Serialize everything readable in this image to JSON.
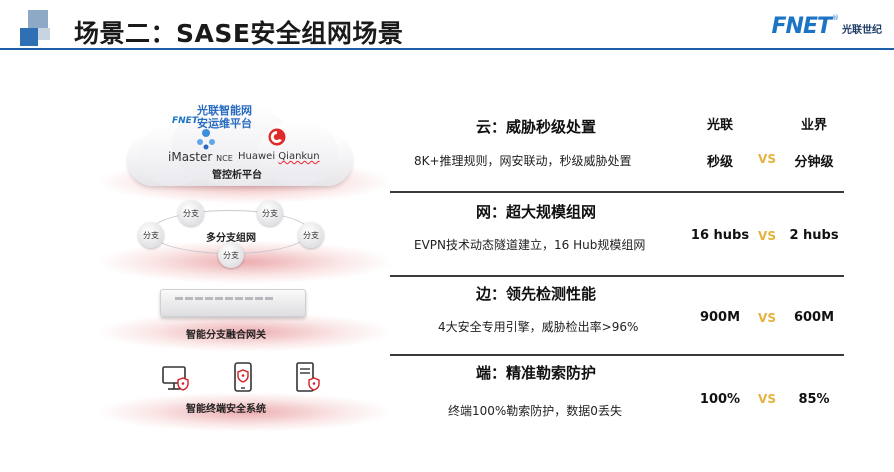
{
  "header": {
    "title": "场景二：SASE安全组网场景",
    "brand_mark": "FNET",
    "brand_reg": "®",
    "brand_name": "光联世纪"
  },
  "illustration": {
    "cloud": {
      "fnet_label": "FNET",
      "ops_line1": "光联智能网",
      "ops_line2": "安运维平台",
      "imaster": "iMaster",
      "nce": "NCE",
      "huawei": "Huawei",
      "qiankun": "Qiankun",
      "platform_label": "管控析平台"
    },
    "branch_ring": {
      "nodes": [
        "分支",
        "分支",
        "分支",
        "分支",
        "分支"
      ],
      "label": "多分支组网"
    },
    "gateway_label": "智能分支融合网关",
    "terminal_label": "智能终端安全系统"
  },
  "table": {
    "col_heads": [
      "光联",
      "业界"
    ],
    "rows": [
      {
        "title": "云：威胁秒级处置",
        "desc": "8K+推理规则，网安联动，秒级威胁处置",
        "ours": "秒级",
        "vs": "VS",
        "industry": "分钟级"
      },
      {
        "title": "网：超大规模组网",
        "desc": "EVPN技术动态隧道建立，16 Hub规模组网",
        "ours": "16 hubs",
        "vs": "VS",
        "industry": "2 hubs"
      },
      {
        "title": "边：领先检测性能",
        "desc": "4大安全专用引擎，威胁检出率>96%",
        "ours": "900M",
        "vs": "VS",
        "industry": "600M"
      },
      {
        "title": "端：精准勒索防护",
        "desc": "终端100%勒索防护，数据0丢失",
        "ours": "100%",
        "vs": "VS",
        "industry": "85%"
      }
    ]
  },
  "colors": {
    "accent_blue": "#1f5ea8",
    "vs_gold": "#e4b23f",
    "shadow_red": "#c8141e"
  }
}
